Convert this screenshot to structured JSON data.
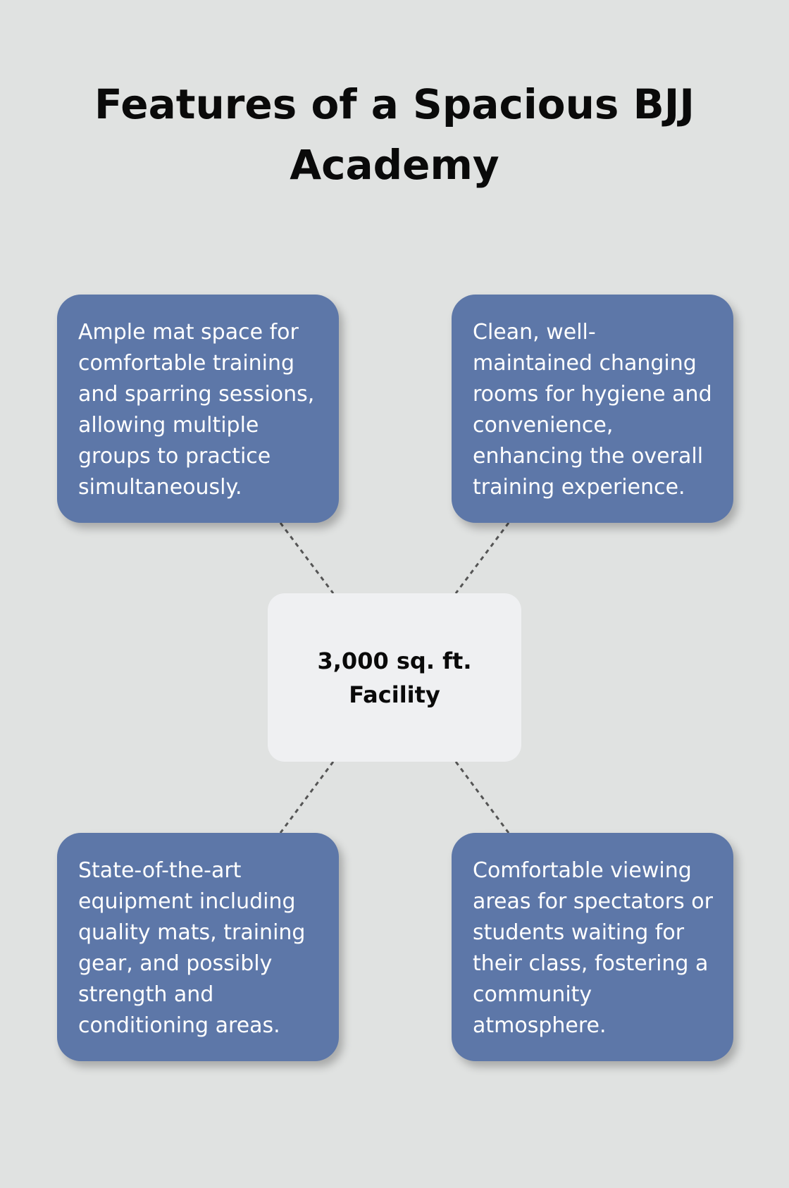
{
  "title": {
    "line1": "Features of a Spacious BJJ",
    "line2": "Academy"
  },
  "center": {
    "line1": "3,000 sq. ft.",
    "line2": "Facility"
  },
  "features": [
    {
      "text": "Ample mat space for comfortable training and sparring sessions, allowing multiple groups to practice simultaneously."
    },
    {
      "text": "Clean, well-maintained changing rooms for hygiene and convenience, enhancing the overall training experience."
    },
    {
      "text": "State-of-the-art equipment including quality mats, training gear, and possibly strength and conditioning areas."
    },
    {
      "text": "Comfortable viewing areas for spectators or students waiting for their class, fostering a community atmosphere."
    }
  ],
  "colors": {
    "background": "#e0e2e1",
    "box": "#5d77a8",
    "center": "#eff0f2",
    "connector": "#555555"
  }
}
